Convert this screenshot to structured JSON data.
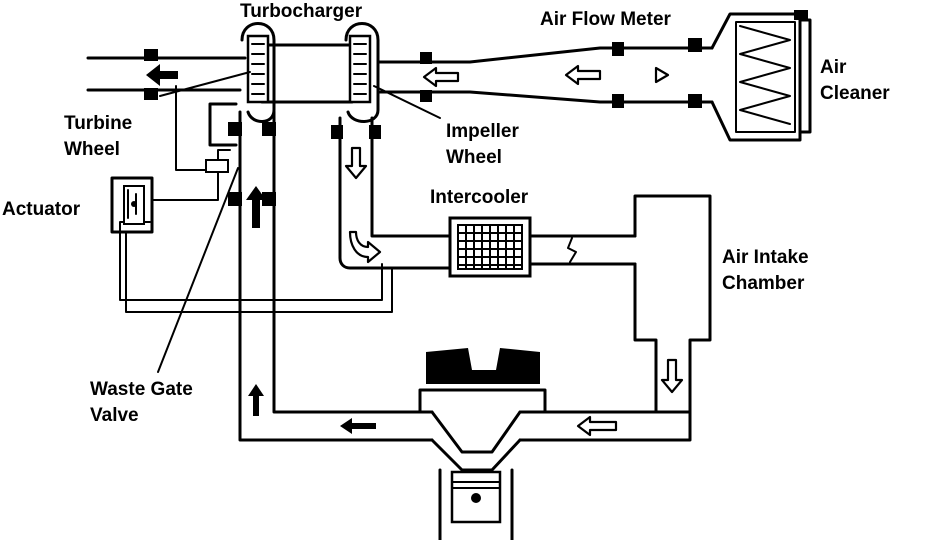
{
  "labels": {
    "turbocharger": "Turbocharger",
    "air_flow_meter": "Air Flow Meter",
    "air_cleaner_1": "Air",
    "air_cleaner_2": "Cleaner",
    "turbine_wheel_1": "Turbine",
    "turbine_wheel_2": "Wheel",
    "impeller_wheel_1": "Impeller",
    "impeller_wheel_2": "Wheel",
    "actuator": "Actuator",
    "intercooler": "Intercooler",
    "air_intake_chamber_1": "Air Intake",
    "air_intake_chamber_2": "Chamber",
    "waste_gate_valve_1": "Waste Gate",
    "waste_gate_valve_2": "Valve"
  },
  "colors": {
    "ink": "#000000",
    "paper": "#ffffff"
  },
  "arrows": [
    {
      "name": "exhaust-out-arrow",
      "style": "solid",
      "direction": "left"
    },
    {
      "name": "intake-pipe-arrow-1",
      "style": "hollow",
      "direction": "left"
    },
    {
      "name": "intake-pipe-arrow-2",
      "style": "hollow",
      "direction": "left"
    },
    {
      "name": "air-flow-meter-arrow",
      "style": "hollow",
      "direction": "right"
    },
    {
      "name": "compressor-outlet-arrow",
      "style": "hollow",
      "direction": "down"
    },
    {
      "name": "intercooler-inlet-arrow",
      "style": "hollow",
      "direction": "right"
    },
    {
      "name": "exhaust-up-arrow",
      "style": "solid",
      "direction": "up"
    },
    {
      "name": "exhaust-riser-arrow",
      "style": "solid",
      "direction": "up"
    },
    {
      "name": "exhaust-manifold-arrow",
      "style": "solid",
      "direction": "left"
    },
    {
      "name": "intake-manifold-arrow",
      "style": "hollow",
      "direction": "left"
    },
    {
      "name": "chamber-down-arrow",
      "style": "hollow",
      "direction": "down"
    }
  ]
}
